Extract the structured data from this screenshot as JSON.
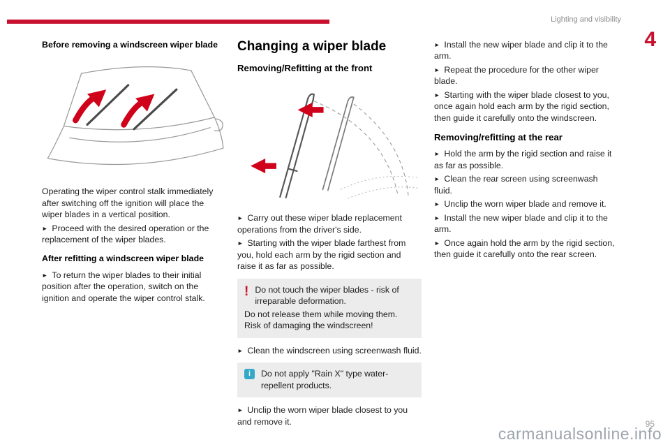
{
  "page": {
    "header_label": "Lighting and visibility",
    "chapter_number": "4",
    "page_number": "95",
    "watermark": "carmanualsonline.info"
  },
  "glyphs": {
    "bullet": "►",
    "warning": "!",
    "info": "i"
  },
  "col1": {
    "heading_before": "Before removing a windscreen wiper blade",
    "para_operating": "Operating the wiper control stalk immediately after switching off the ignition will place the wiper blades in a vertical position.",
    "bullet_proceed": "Proceed with the desired operation or the replacement of the wiper blades.",
    "heading_after": "After refitting a windscreen wiper blade",
    "bullet_return": "To return the wiper blades to their initial position after the operation, switch on the ignition and operate the wiper control stalk."
  },
  "col2": {
    "title": "Changing a wiper blade",
    "subheading": "Removing/Refitting at the front",
    "bullet_carry": "Carry out these wiper blade replacement operations from the driver's side.",
    "bullet_starting": "Starting with the wiper blade farthest from you, hold each arm by the rigid section and raise it as far as possible.",
    "warning_line1": "Do not touch the wiper blades - risk of irreparable deformation.",
    "warning_line2": "Do not release them while moving them. Risk of damaging the windscreen!",
    "bullet_clean": "Clean the windscreen using screenwash fluid.",
    "info_text": "Do not apply \"Rain X\" type water-repellent products.",
    "bullet_unclip": "Unclip the worn wiper blade closest to you and remove it."
  },
  "col3": {
    "bullet_install": "Install the new wiper blade and clip it to the arm.",
    "bullet_repeat": "Repeat the procedure for the other wiper blade.",
    "bullet_starting_closest": "Starting with the wiper blade closest to you, once again hold each arm by the rigid section, then guide it carefully onto the windscreen.",
    "heading_rear": "Removing/refitting at the rear",
    "bullet_hold": "Hold the arm by the rigid section and raise it as far as possible.",
    "bullet_clean_rear": "Clean the rear screen using screenwash fluid.",
    "bullet_unclip_rear": "Unclip the worn wiper blade and remove it.",
    "bullet_install_rear": "Install the new wiper blade and clip it to the arm.",
    "bullet_guide_rear": "Once again hold the arm by the rigid section, then guide it carefully onto the rear screen."
  }
}
